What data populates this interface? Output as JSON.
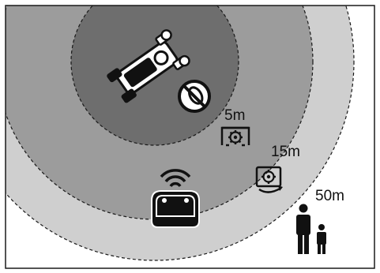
{
  "zones": [
    {
      "key": "inner",
      "label": "5m",
      "fill": "#6e6e6e"
    },
    {
      "key": "middle",
      "label": "15m",
      "fill": "#9c9c9c"
    },
    {
      "key": "outer",
      "label": "50m",
      "fill": "#cfcfcf"
    }
  ],
  "colors": {
    "frame": "#1a1a1a",
    "icon": "#111111",
    "background": "#ffffff"
  },
  "icons": {
    "vehicle": "mower-vehicle-icon",
    "no_hands": "no-hands-prohibition-icon",
    "stop_gear": "gear-stop-icon",
    "remote_gear": "gear-rotate-icon",
    "remote_control": "wireless-remote-control-icon",
    "people": "adult-and-child-icon"
  }
}
